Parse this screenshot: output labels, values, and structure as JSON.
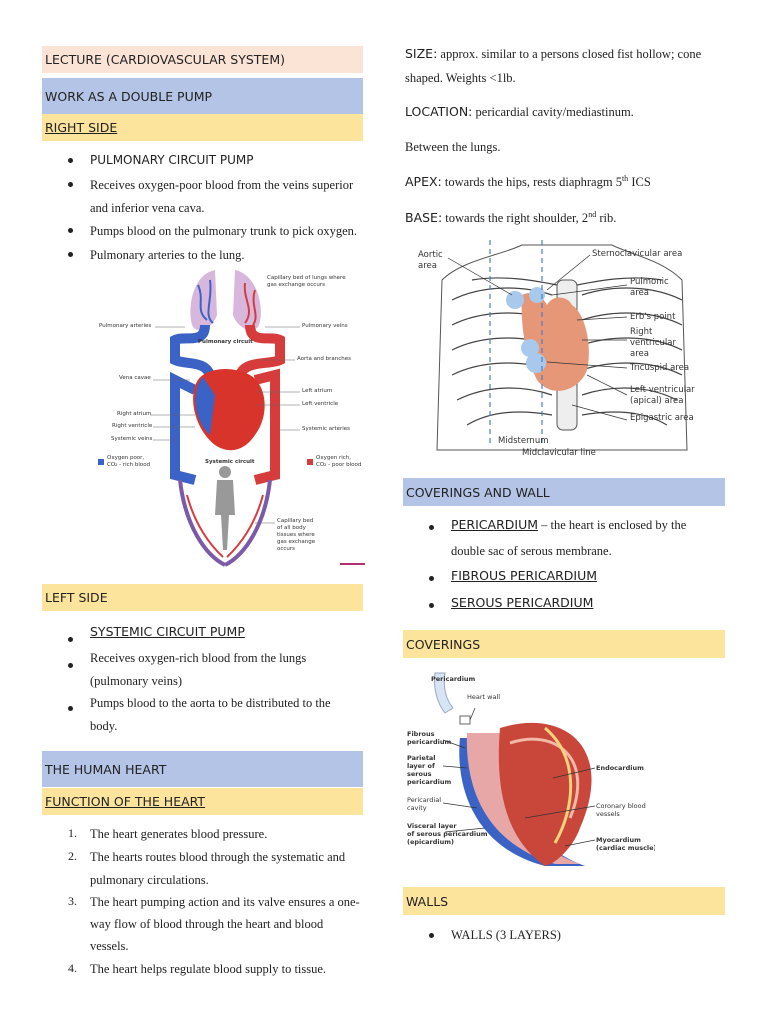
{
  "left": {
    "lecture_title": "LECTURE (CARDIOVASCULAR SYSTEM)",
    "double_pump": "WORK AS A DOUBLE PUMP",
    "right_side": "RIGHT SIDE",
    "right_bullets": {
      "b0": "PULMONARY CIRCUIT PUMP",
      "b1a": "Receives oxygen-poor blood from the veins superior",
      "b1b": "and inferior vena cava.",
      "b2": "Pumps blood on the pulmonary trunk to pick oxygen.",
      "b3": "Pulmonary arteries to the lung."
    },
    "circ_fig": {
      "capillary_lungs_1": "Capillary bed of lungs where",
      "capillary_lungs_2": "gas exchange occurs",
      "pulmonary_arteries": "Pulmonary arteries",
      "pulmonary_veins": "Pulmonary veins",
      "pulmonary_circuit": "Pulmonary circuit",
      "aorta_branches": "Aorta and branches",
      "vena_cavae": "Vena cavae",
      "left_atrium": "Left atrium",
      "left_ventricle": "Left ventricle",
      "right_atrium": "Right atrium",
      "right_ventricle": "Right ventricle",
      "systemic_arteries": "Systemic arteries",
      "systemic_veins": "Systemic veins",
      "oxygen_poor_1": "Oxygen poor,",
      "oxygen_poor_2": "CO₂ - rich blood",
      "systemic_circuit": "Systemic circuit",
      "oxygen_rich_1": "Oxygen rich,",
      "oxygen_rich_2": "CO₂ - poor blood",
      "capillary_body_1": "Capillary bed",
      "capillary_body_2": "of all body",
      "capillary_body_3": "tissues where",
      "capillary_body_4": "gas exchange",
      "capillary_body_5": "occurs"
    },
    "left_side": "LEFT SIDE",
    "left_bullets": {
      "b0": "SYSTEMIC CIRCUIT PUMP",
      "b1a": "Receives oxygen-rich blood from the lungs",
      "b1b": "(pulmonary veins)",
      "b2a": "Pumps blood to the aorta to be distributed to the",
      "b2b": "body."
    },
    "human_heart": "THE HUMAN HEART",
    "function": "FUNCTION OF THE HEART",
    "functions": {
      "n1": "1.",
      "f1": "The heart generates blood pressure.",
      "n2": "2.",
      "f2a": "The hearts routes blood through the systematic and",
      "f2b": "pulmonary circulations.",
      "n3": "3.",
      "f3a": "The heart pumping action and its valve ensures a one-",
      "f3b": "way flow of blood through the heart and blood",
      "f3c": "vessels.",
      "n4": "4.",
      "f4": "The heart helps regulate blood supply to tissue."
    }
  },
  "right": {
    "size_label": "SIZE:",
    "size_text_a": "approx. similar to a persons closed fist hollow; cone",
    "size_text_b": "shaped. Weights <1lb.",
    "location_label": "LOCATION:",
    "location_text": "pericardial cavity/mediastinum.",
    "between": "Between the lungs.",
    "apex_label": "APEX:",
    "apex_text_a": "towards the hips, rests diaphragm 5",
    "apex_sup": "th",
    "apex_text_b": " ICS",
    "base_label": "BASE:",
    "base_text_a": "towards the right shoulder, 2",
    "base_sup": "nd",
    "base_text_b": " rib.",
    "chest_fig": {
      "aortic_1": "Aortic",
      "aortic_2": "area",
      "sternoclavicular": "Sternoclavicular area",
      "pulmonic_1": "Pulmonic",
      "pulmonic_2": "area",
      "erbs": "Erb's point",
      "rv_1": "Right",
      "rv_2": "ventricular",
      "rv_3": "area",
      "tricuspid": "Tricuspid area",
      "lv_1": "Left ventricular",
      "lv_2": "(apical) area",
      "epigastric": "Epigastric area",
      "midsternum": "Midsternum",
      "midclavicular": "Midclavicular line"
    },
    "coverings_wall": "COVERINGS AND WALL",
    "cov_bullets": {
      "b0_label": "PERICARDIUM",
      "b0_text_a": " – the heart is enclosed by the",
      "b0_text_b": "double sac of serous membrane.",
      "b1": "FIBROUS PERICARDIUM",
      "b2": "SEROUS PERICARDIUM"
    },
    "coverings": "COVERINGS",
    "peri_fig": {
      "pericardium": "Pericardium",
      "heart_wall": "Heart wall",
      "fibrous_1": "Fibrous",
      "fibrous_2": "pericardium",
      "parietal_1": "Parietal",
      "parietal_2": "layer of",
      "parietal_3": "serous",
      "parietal_4": "pericardium",
      "endocardium": "Endocardium",
      "cavity_1": "Pericardial",
      "cavity_2": "cavity",
      "coronary_1": "Coronary blood",
      "coronary_2": "vessels",
      "visceral_1": "Visceral layer",
      "visceral_2": "of serous pericardium",
      "visceral_3": "(epicardium)",
      "myocardium_1": "Myocardium",
      "myocardium_2": "(cardiac muscle)"
    },
    "walls": "WALLS",
    "walls_bullet": "WALLS (3 LAYERS)"
  }
}
